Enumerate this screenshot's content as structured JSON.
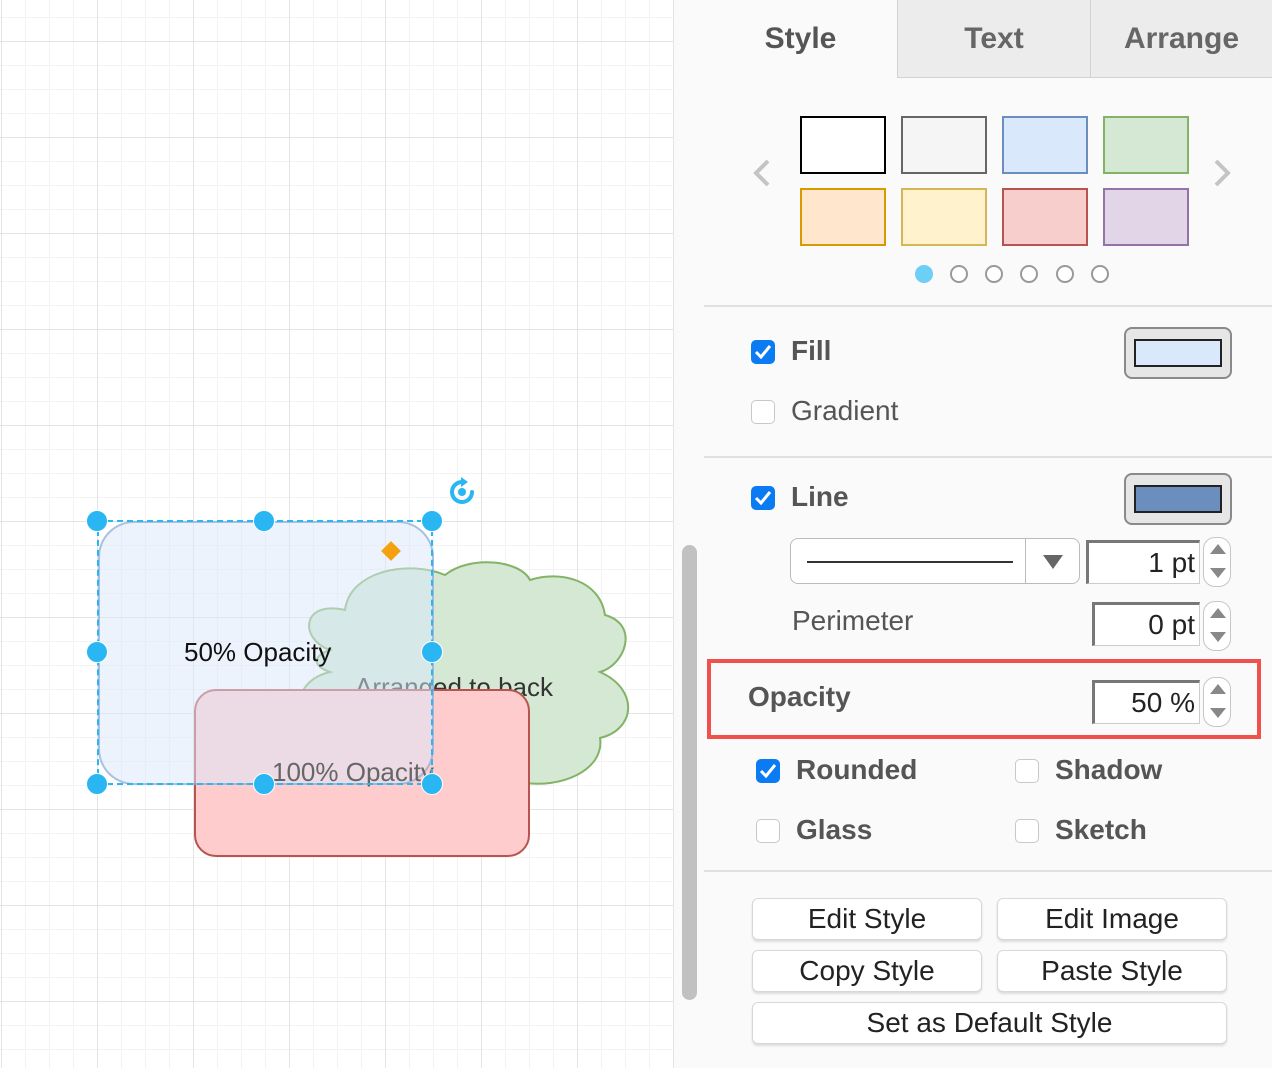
{
  "canvas": {
    "shapes": {
      "selected_label": "50% Opacity",
      "cloud_label": "Arranged to back",
      "red_label": "100% Opacity"
    }
  },
  "panel": {
    "tabs": [
      {
        "label": "Style",
        "active": true
      },
      {
        "label": "Text",
        "active": false
      },
      {
        "label": "Arrange",
        "active": false
      }
    ],
    "swatches": [
      {
        "fill": "#ffffff",
        "stroke": "#000000"
      },
      {
        "fill": "#f5f5f5",
        "stroke": "#666666"
      },
      {
        "fill": "#dae8fc",
        "stroke": "#6c8ebf"
      },
      {
        "fill": "#d5e8d4",
        "stroke": "#82b366"
      },
      {
        "fill": "#ffe6cc",
        "stroke": "#d79b00"
      },
      {
        "fill": "#fff2cc",
        "stroke": "#d6b656"
      },
      {
        "fill": "#f8cecc",
        "stroke": "#b85450"
      },
      {
        "fill": "#e1d5e7",
        "stroke": "#9673a6"
      }
    ],
    "swatch_page_count": 6,
    "swatch_page_active": 1,
    "fill": {
      "label": "Fill",
      "checked": true,
      "color": "#dae8fc"
    },
    "gradient": {
      "label": "Gradient",
      "checked": false
    },
    "line": {
      "label": "Line",
      "checked": true,
      "color": "#6c8ebf",
      "width_value": "1 pt"
    },
    "perimeter": {
      "label": "Perimeter",
      "value": "0 pt"
    },
    "opacity": {
      "label": "Opacity",
      "value": "50 %"
    },
    "options": {
      "rounded": {
        "label": "Rounded",
        "checked": true
      },
      "shadow": {
        "label": "Shadow",
        "checked": false
      },
      "glass": {
        "label": "Glass",
        "checked": false
      },
      "sketch": {
        "label": "Sketch",
        "checked": false
      }
    },
    "buttons": {
      "edit_style": "Edit Style",
      "edit_image": "Edit Image",
      "copy_style": "Copy Style",
      "paste_style": "Paste Style",
      "set_default": "Set as Default Style"
    }
  }
}
